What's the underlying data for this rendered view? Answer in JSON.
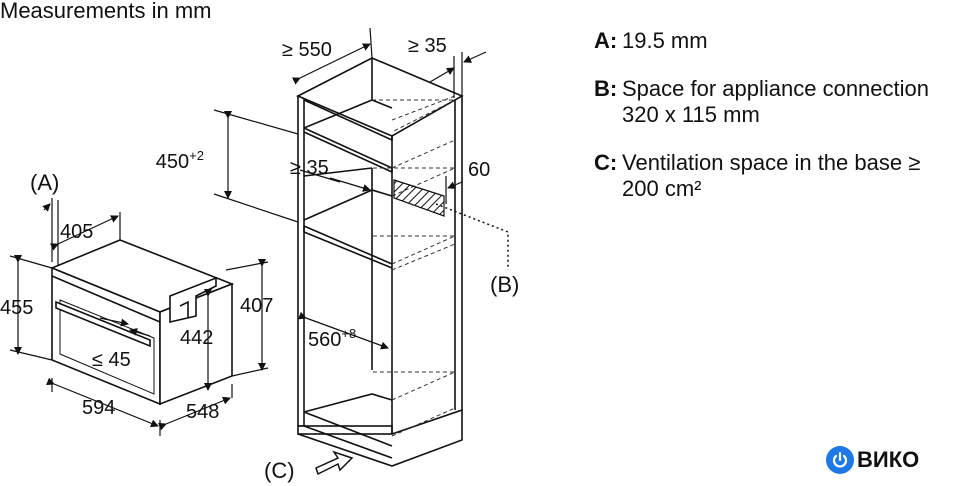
{
  "title": "Measurements in mm",
  "labels": {
    "w550": "≥ 550",
    "w35": "≥ 35",
    "h450": "450",
    "h450_sup": "+2",
    "gap35": "≥ 35",
    "d60": "60",
    "a": "(A)",
    "b": "(B)",
    "c": "(C)",
    "d405": "405",
    "d455": "455",
    "d407": "407",
    "d442": "442",
    "d45": "≤ 45",
    "d594": "594",
    "d548": "548",
    "w560": "560",
    "w560_sup": "+8"
  },
  "legend": [
    {
      "key": "A:",
      "text": "19.5 mm"
    },
    {
      "key": "B:",
      "text": "Space for appliance connection\n320 x 115 mm"
    },
    {
      "key": "C:",
      "text": "Ventilation space in the base ≥\n200 cm²"
    }
  ],
  "logo": {
    "text": "ВИКО",
    "brand_color": "#1e78e6"
  }
}
